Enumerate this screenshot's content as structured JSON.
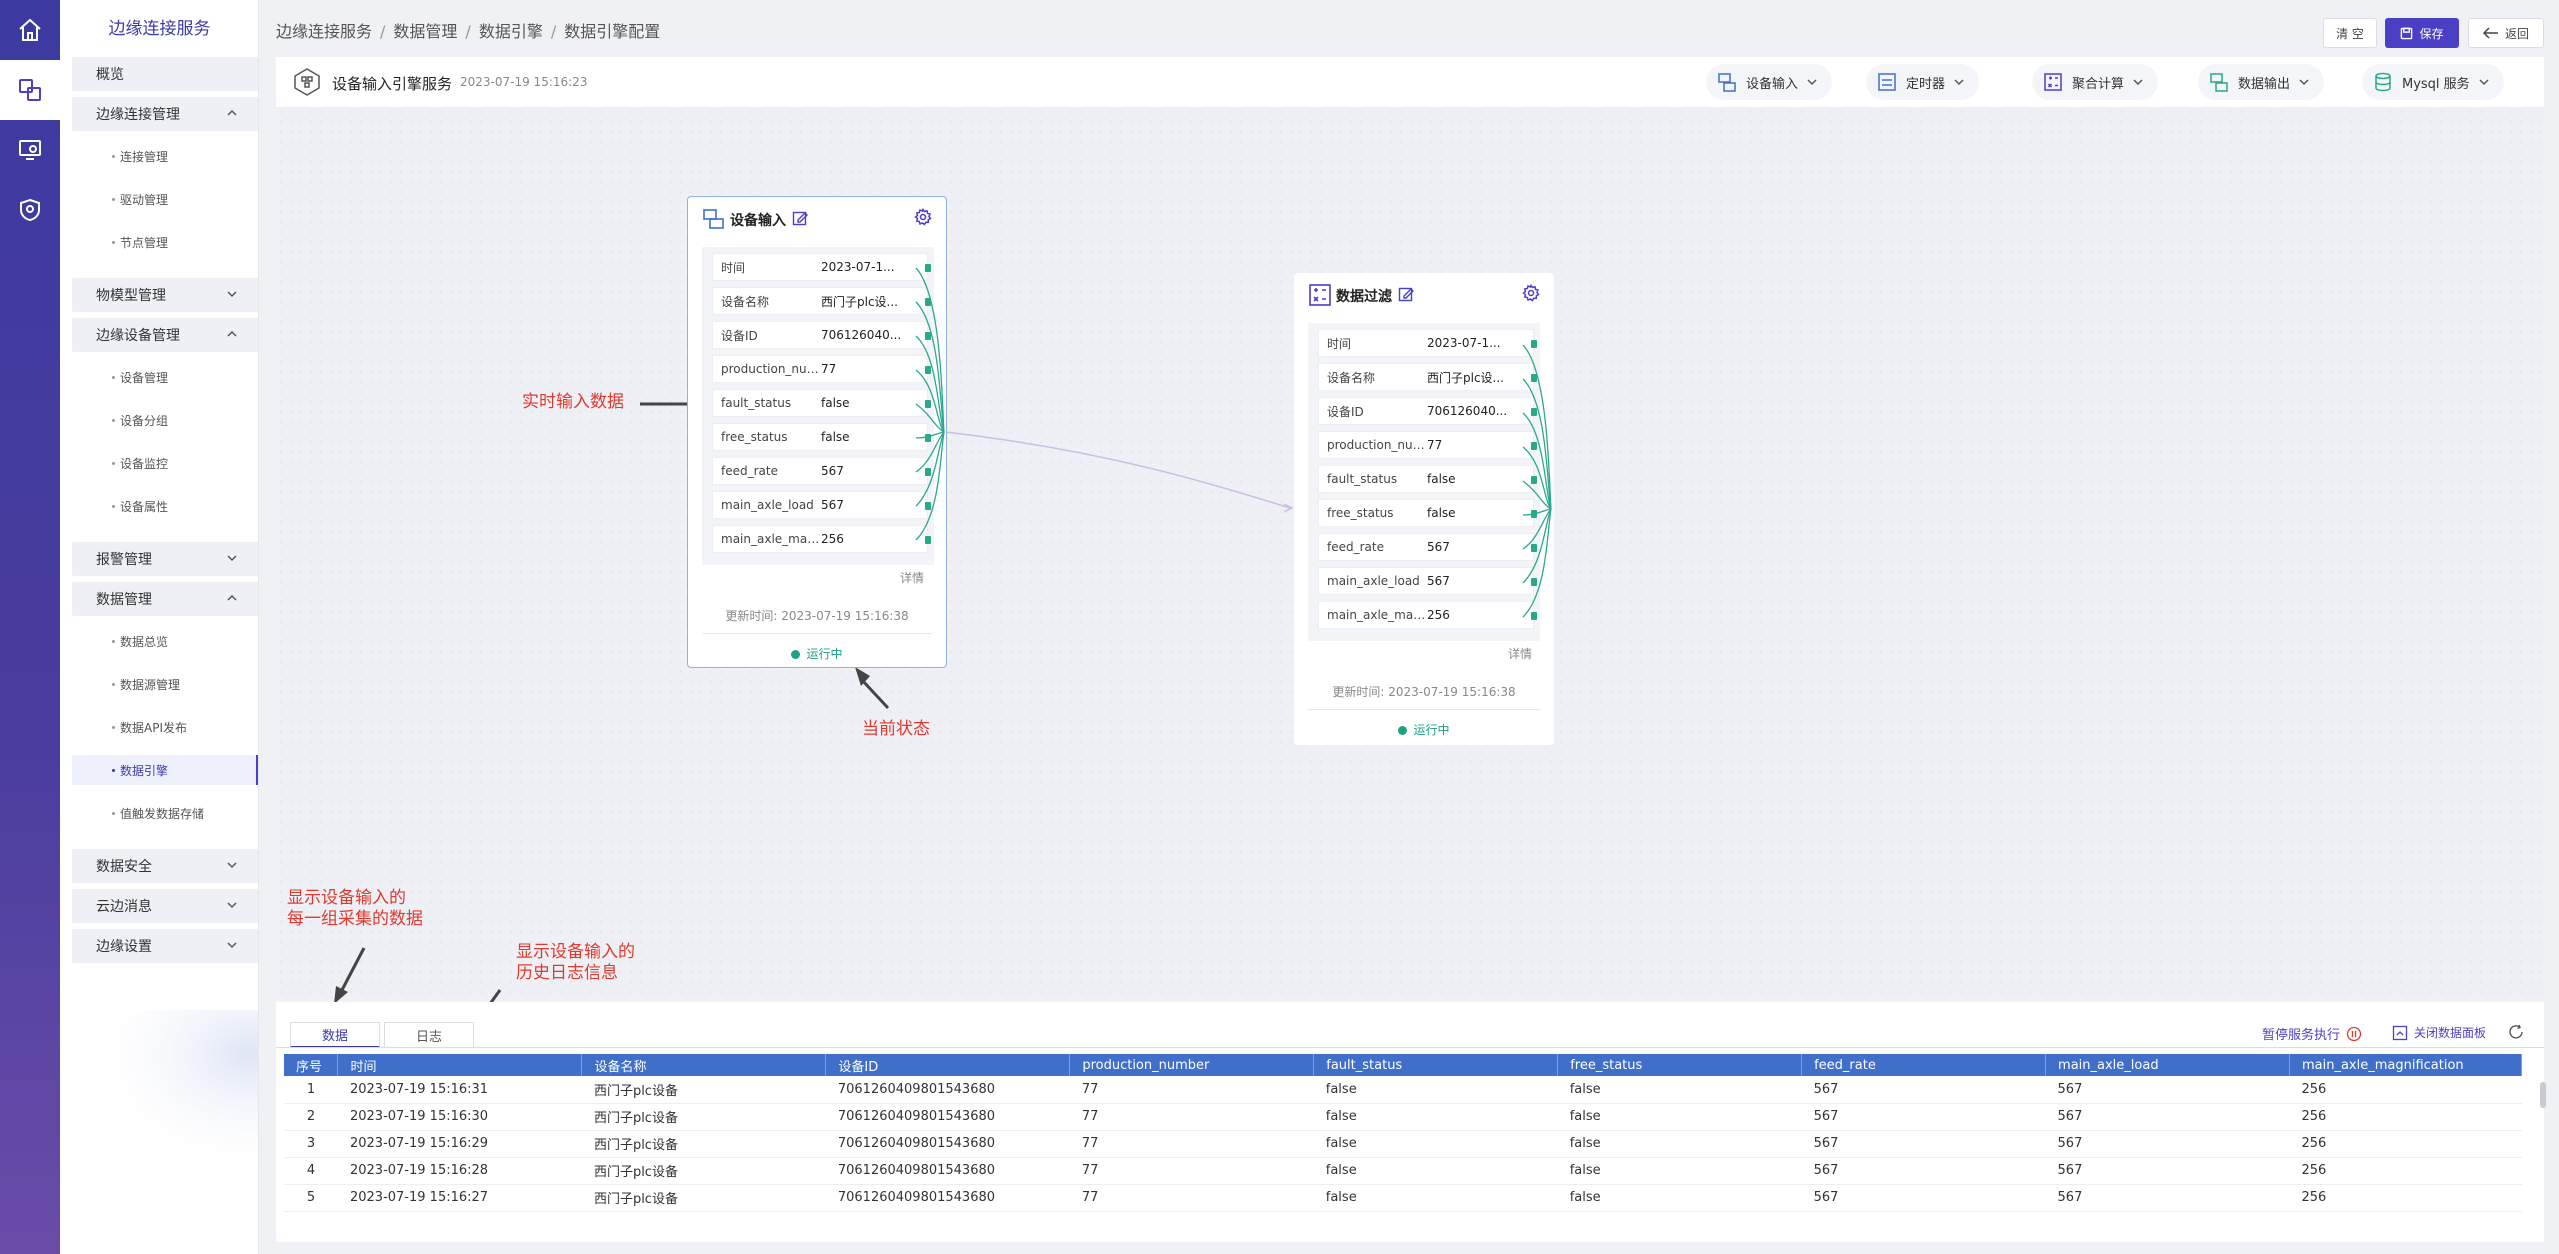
{
  "sidebar": {
    "brand": "边缘连接服务",
    "items": [
      {
        "type": "group",
        "label": "概览",
        "chev": ""
      },
      {
        "type": "group",
        "label": "边缘连接管理",
        "chev": "up"
      },
      {
        "type": "sub",
        "label": "连接管理"
      },
      {
        "type": "sub",
        "label": "驱动管理"
      },
      {
        "type": "sub",
        "label": "节点管理"
      },
      {
        "type": "group",
        "label": "物模型管理",
        "chev": "down"
      },
      {
        "type": "group",
        "label": "边缘设备管理",
        "chev": "up"
      },
      {
        "type": "sub",
        "label": "设备管理"
      },
      {
        "type": "sub",
        "label": "设备分组"
      },
      {
        "type": "sub",
        "label": "设备监控"
      },
      {
        "type": "sub",
        "label": "设备属性"
      },
      {
        "type": "group",
        "label": "报警管理",
        "chev": "down"
      },
      {
        "type": "group",
        "label": "数据管理",
        "chev": "up"
      },
      {
        "type": "sub",
        "label": "数据总览"
      },
      {
        "type": "sub",
        "label": "数据源管理"
      },
      {
        "type": "sub",
        "label": "数据API发布"
      },
      {
        "type": "sub",
        "label": "数据引擎",
        "active": true
      },
      {
        "type": "sub",
        "label": "值触发数据存储"
      },
      {
        "type": "group",
        "label": "数据安全",
        "chev": "down"
      },
      {
        "type": "group",
        "label": "云边消息",
        "chev": "down"
      },
      {
        "type": "group",
        "label": "边缘设置",
        "chev": "down"
      }
    ]
  },
  "breadcrumb": [
    "边缘连接服务",
    "数据管理",
    "数据引擎",
    "数据引擎配置"
  ],
  "toolbar": {
    "clear": "清 空",
    "save": "保存",
    "back": "返回"
  },
  "header": {
    "title": "设备输入引擎服务",
    "time": "2023-07-19 15:16:23",
    "node_buttons": [
      "设备输入",
      "定时器",
      "聚合计算",
      "数据输出",
      "Mysql 服务"
    ]
  },
  "nodes": [
    {
      "title": "设备输入",
      "fields": [
        {
          "k": "时间",
          "v": "2023-07-1..."
        },
        {
          "k": "设备名称",
          "v": "西门子plc设..."
        },
        {
          "k": "设备ID",
          "v": "706126040..."
        },
        {
          "k": "production_number",
          "v": "77"
        },
        {
          "k": "fault_status",
          "v": "false"
        },
        {
          "k": "free_status",
          "v": "false"
        },
        {
          "k": "feed_rate",
          "v": "567"
        },
        {
          "k": "main_axle_load",
          "v": "567"
        },
        {
          "k": "main_axle_magnif...",
          "v": "256"
        }
      ],
      "detail": "详情",
      "update": "更新时间: 2023-07-19 15:16:38",
      "status": "运行中"
    },
    {
      "title": "数据过滤",
      "fields": [
        {
          "k": "时间",
          "v": "2023-07-1..."
        },
        {
          "k": "设备名称",
          "v": "西门子plc设..."
        },
        {
          "k": "设备ID",
          "v": "706126040..."
        },
        {
          "k": "production_number",
          "v": "77"
        },
        {
          "k": "fault_status",
          "v": "false"
        },
        {
          "k": "free_status",
          "v": "false"
        },
        {
          "k": "feed_rate",
          "v": "567"
        },
        {
          "k": "main_axle_load",
          "v": "567"
        },
        {
          "k": "main_axle_magnif...",
          "v": "256"
        }
      ],
      "detail": "详情",
      "update": "更新时间: 2023-07-19 15:16:38",
      "status": "运行中"
    }
  ],
  "annotations": {
    "realtime": "实时输入数据",
    "state": "当前状态",
    "data_tab_1": "显示设备输入的",
    "data_tab_2": "每一组采集的数据",
    "log_tab_1": "显示设备输入的",
    "log_tab_2": "历史日志信息"
  },
  "bottom": {
    "tabs": [
      "数据",
      "日志"
    ],
    "pause": "暂停服务执行",
    "close": "关闭数据面板",
    "columns": [
      "序号",
      "时间",
      "设备名称",
      "设备ID",
      "production_number",
      "fault_status",
      "free_status",
      "feed_rate",
      "main_axle_load",
      "main_axle_magnification"
    ],
    "rows": [
      [
        "1",
        "2023-07-19 15:16:31",
        "西门子plc设备",
        "7061260409801543680",
        "77",
        "false",
        "false",
        "567",
        "567",
        "256"
      ],
      [
        "2",
        "2023-07-19 15:16:30",
        "西门子plc设备",
        "7061260409801543680",
        "77",
        "false",
        "false",
        "567",
        "567",
        "256"
      ],
      [
        "3",
        "2023-07-19 15:16:29",
        "西门子plc设备",
        "7061260409801543680",
        "77",
        "false",
        "false",
        "567",
        "567",
        "256"
      ],
      [
        "4",
        "2023-07-19 15:16:28",
        "西门子plc设备",
        "7061260409801543680",
        "77",
        "false",
        "false",
        "567",
        "567",
        "256"
      ],
      [
        "5",
        "2023-07-19 15:16:27",
        "西门子plc设备",
        "7061260409801543680",
        "77",
        "false",
        "false",
        "567",
        "567",
        "256"
      ]
    ]
  },
  "colors": {
    "accent": "#4b3fc6",
    "running": "#1fa083",
    "annotation": "#e03a2e",
    "table_header": "#3f6fc9"
  }
}
